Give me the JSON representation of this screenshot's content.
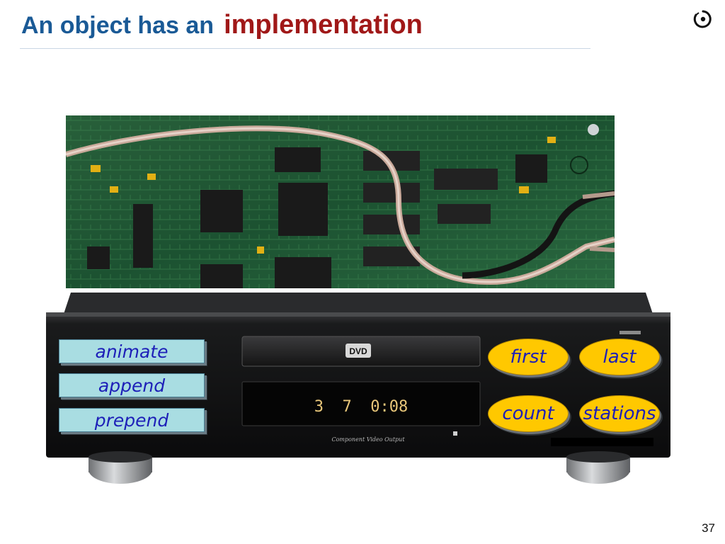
{
  "slide": {
    "title_lead": "An object has an",
    "title_emphasis": "implementation",
    "page_number": "37"
  },
  "features": {
    "animate": "animate",
    "append": "append",
    "prepend": "prepend",
    "first": "first",
    "last": "last",
    "count": "count",
    "stations": "stations"
  },
  "device": {
    "dvd_logo": "DVD",
    "display_readout": "3  7  0:08",
    "caption": "Component Video Output"
  },
  "colors": {
    "title_blue": "#1a5a96",
    "title_red": "#a01818",
    "feature_teal": "#a9dde2",
    "oval_yellow": "#ffc800",
    "feature_text": "#1d1fb8",
    "pcb_green": "#1f5a34"
  }
}
